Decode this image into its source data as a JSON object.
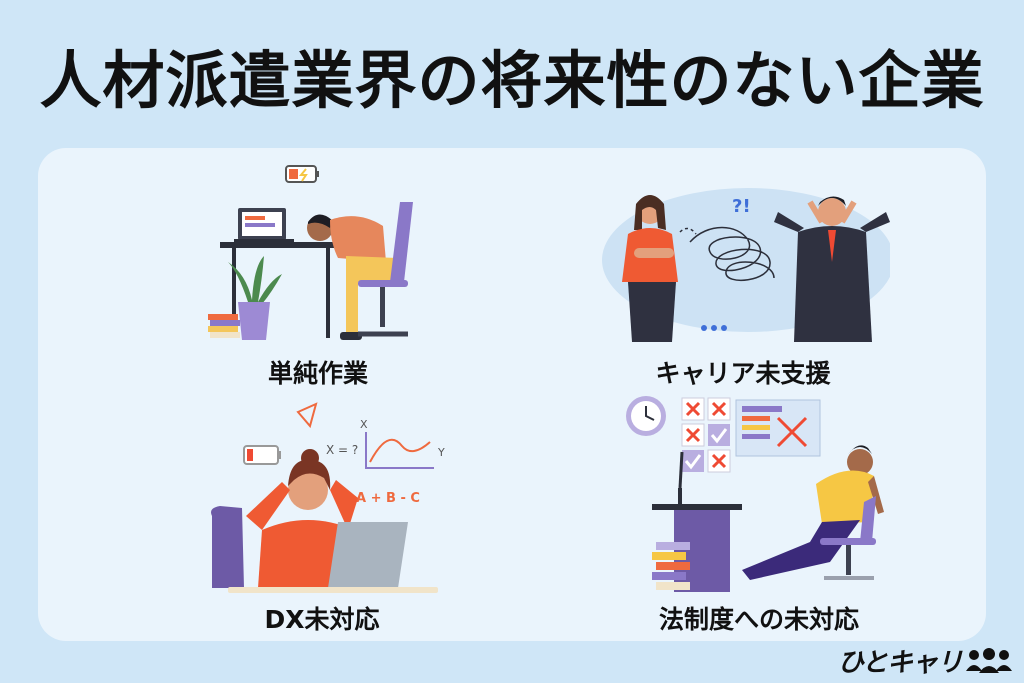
{
  "title": "人材派遣業界の将来性のない企業",
  "items": [
    {
      "label": "単純作業"
    },
    {
      "label": "キャリア未支援"
    },
    {
      "label": "DX未対応"
    },
    {
      "label": "法制度への未対応"
    }
  ],
  "dx_illustration": {
    "math_text": "A + B - C",
    "equation_text": "X = ?",
    "axis_x": "X",
    "axis_y": "Y"
  },
  "career_illustration": {
    "question_marks": "?!"
  },
  "brand": {
    "logo_text": "ひとキャリ"
  },
  "colors": {
    "background": "#cfe6f7",
    "panel": "#eaf4fc",
    "orange": "#ef6a3f",
    "purple": "#8a78c8",
    "yellow": "#f6c744"
  }
}
